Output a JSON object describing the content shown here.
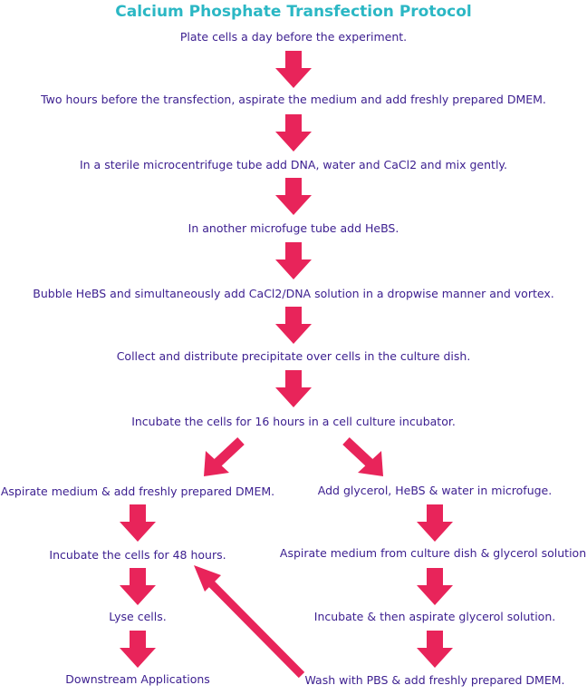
{
  "title": "Calcium Phosphate Transfection Protocol",
  "colors": {
    "title": "#2bb7c4",
    "text": "#3d2090",
    "arrow": "#e8245a"
  },
  "steps": {
    "s1": "Plate cells a day before the experiment.",
    "s2": "Two hours before the transfection, aspirate the medium and add freshly prepared DMEM.",
    "s3": "In a sterile microcentrifuge tube add DNA, water and CaCl2 and mix gently.",
    "s4": "In another microfuge tube add HeBS.",
    "s5": "Bubble HeBS and simultaneously add CaCl2/DNA solution in a dropwise manner and vortex.",
    "s6": "Collect and distribute precipitate over cells in the culture dish.",
    "s7": "Incubate the cells for 16 hours in a cell culture incubator.",
    "left": {
      "l1": "Aspirate medium & add freshly prepared DMEM.",
      "l2": "Incubate the cells for 48 hours.",
      "l3": "Lyse cells.",
      "l4": "Downstream Applications"
    },
    "right": {
      "r1": "Add glycerol, HeBS & water in microfuge.",
      "r2": "Aspirate medium from culture dish & glycerol solution.",
      "r3": "Incubate & then aspirate glycerol solution.",
      "r4": "Wash with PBS & add freshly prepared DMEM."
    }
  }
}
